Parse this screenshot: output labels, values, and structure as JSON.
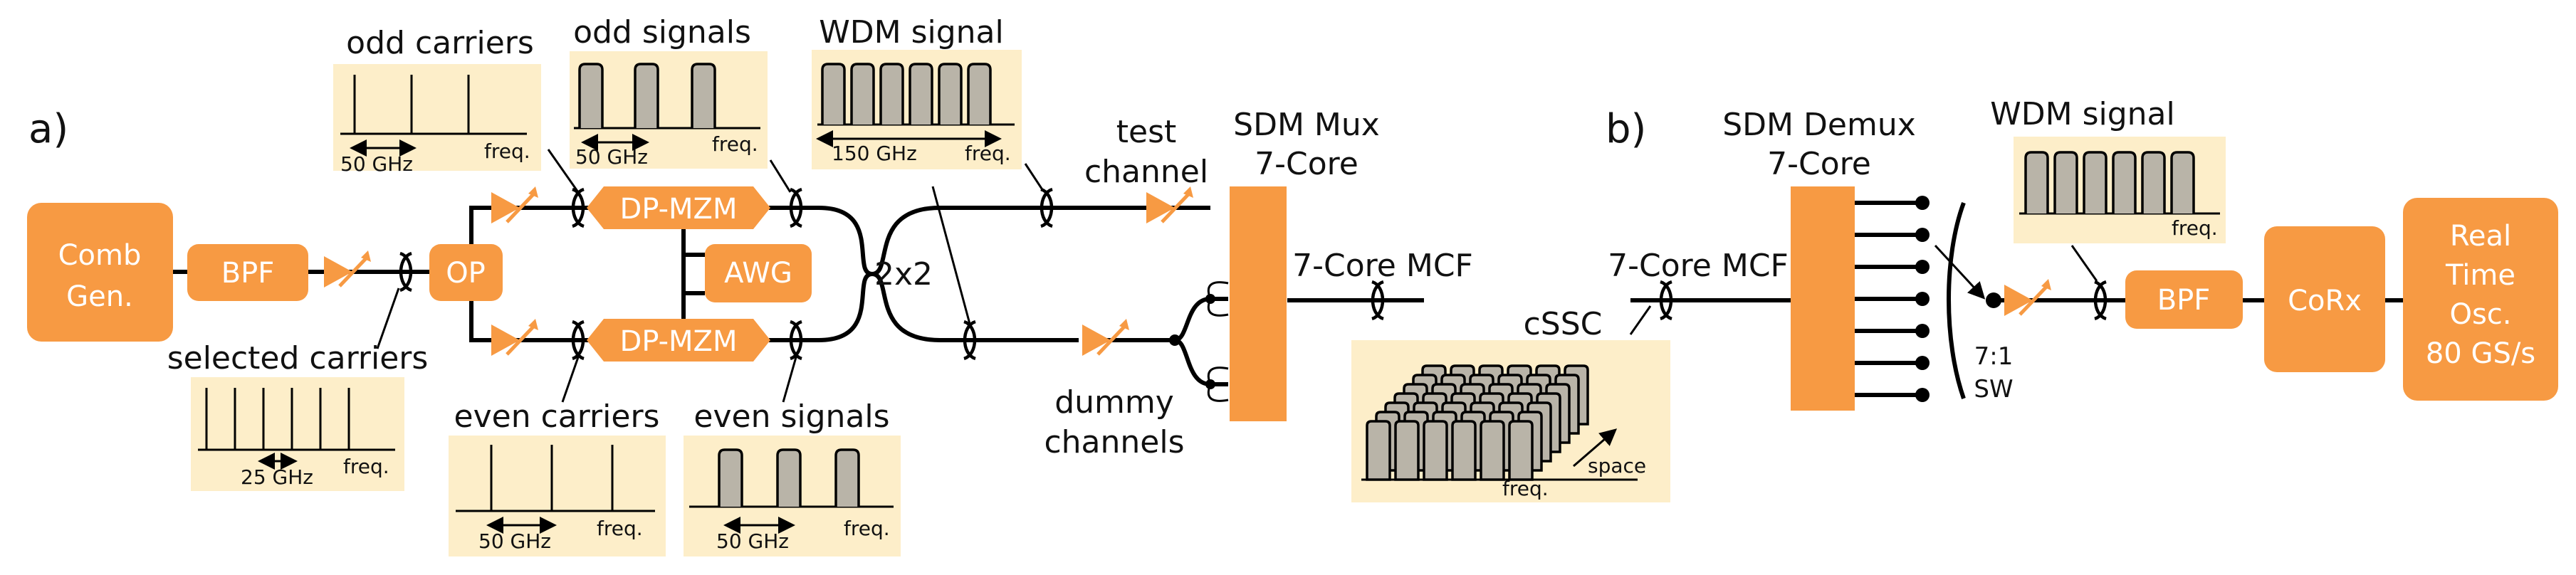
{
  "panels": {
    "a": "a)",
    "b": "b)"
  },
  "blocks": {
    "comb": [
      "Comb",
      "Gen."
    ],
    "bpf_a": "BPF",
    "op": "OP",
    "dpmzm_top": "DP-MZM",
    "dpmzm_bottom": "DP-MZM",
    "awg": "AWG",
    "coupler": "2x2",
    "bpf_b": "BPF",
    "corx": "CoRx",
    "osc": [
      "Real",
      "Time",
      "Osc.",
      "80 GS/s"
    ]
  },
  "labels": {
    "odd_carriers": "odd carriers",
    "odd_signals": "odd signals",
    "wdm_signal_a": "WDM signal",
    "selected_carriers": "selected carriers",
    "even_carriers": "even carriers",
    "even_signals": "even signals",
    "test_channel": [
      "test",
      "channel"
    ],
    "dummy_channels": [
      "dummy",
      "channels"
    ],
    "sdm_mux": [
      "SDM Mux",
      "7-Core"
    ],
    "sdm_demux": [
      "SDM Demux",
      "7-Core"
    ],
    "mcf_a": "7-Core MCF",
    "mcf_b": "7-Core MCF",
    "cssc": "cSSC",
    "switch": [
      "7:1",
      "SW"
    ],
    "wdm_signal_b": "WDM signal"
  },
  "insets": {
    "odd_carriers": {
      "spacing": "50 GHz",
      "axis": "freq."
    },
    "odd_signals": {
      "spacing": "50 GHz",
      "axis": "freq."
    },
    "wdm_signal_a": {
      "spacing": "150 GHz",
      "axis": "freq."
    },
    "selected_carriers": {
      "spacing": "25 GHz",
      "axis": "freq."
    },
    "even_carriers": {
      "spacing": "50 GHz",
      "axis": "freq."
    },
    "even_signals": {
      "spacing": "50 GHz",
      "axis": "freq."
    },
    "cssc": {
      "x_axis": "freq.",
      "depth_axis": "space"
    },
    "wdm_signal_b": {
      "axis": "freq."
    }
  },
  "colors": {
    "block": "#f79a43",
    "inset": "#fdeec9",
    "slot": "#b9b4a8"
  }
}
